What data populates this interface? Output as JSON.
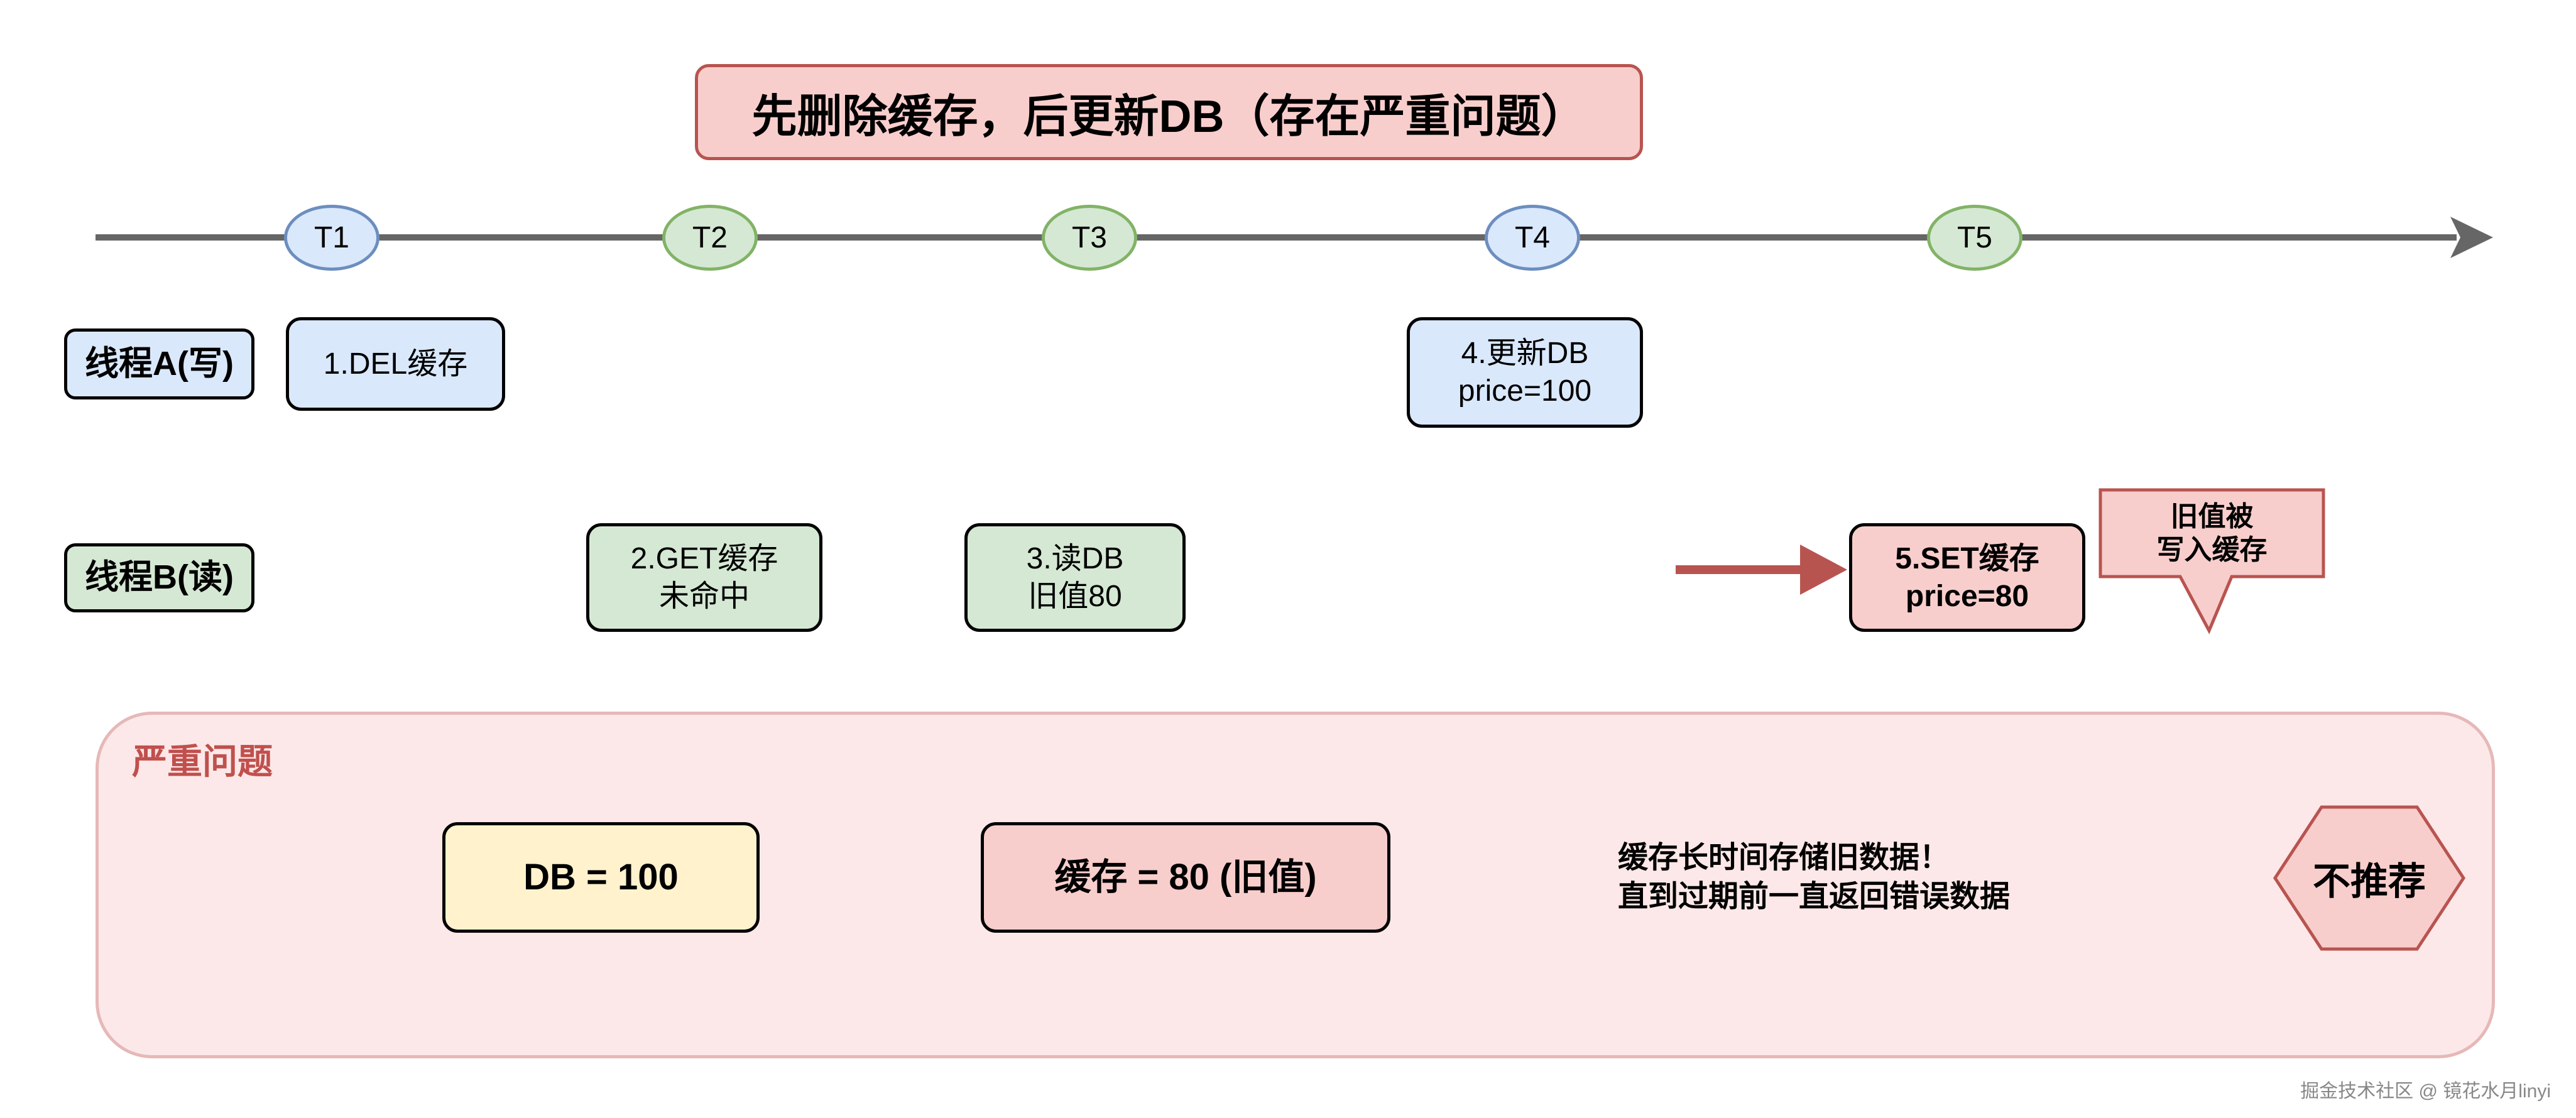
{
  "title": "先删除缓存，后更新DB（存在严重问题）",
  "timeline": {
    "ticks": [
      {
        "label": "T1",
        "thread": "A"
      },
      {
        "label": "T2",
        "thread": "B"
      },
      {
        "label": "T3",
        "thread": "B"
      },
      {
        "label": "T4",
        "thread": "A"
      },
      {
        "label": "T5",
        "thread": "B"
      }
    ]
  },
  "threads": {
    "a": {
      "label": "线程A(写)"
    },
    "b": {
      "label": "线程B(读)"
    }
  },
  "steps": {
    "s1": {
      "line1": "1.DEL缓存"
    },
    "s2": {
      "line1": "2.GET缓存",
      "line2": "未命中"
    },
    "s3": {
      "line1": "3.读DB",
      "line2": "旧值80"
    },
    "s4": {
      "line1": "4.更新DB",
      "line2": "price=100"
    },
    "s5": {
      "line1": "5.SET缓存",
      "line2": "price=80"
    }
  },
  "callout": {
    "line1": "旧值被",
    "line2": "写入缓存"
  },
  "problem": {
    "label": "严重问题",
    "db_state": "DB = 100",
    "cache_state": "缓存 = 80 (旧值)",
    "note_line1": "缓存长时间存储旧数据！",
    "note_line2": "直到过期前一直返回错误数据",
    "verdict": "不推荐"
  },
  "watermark": "掘金技术社区 @ 镜花水月linyi",
  "colors": {
    "blue_fill": "#dae8fc",
    "blue_stroke": "#6c8ebf",
    "green_fill": "#d5e8d4",
    "green_stroke": "#82b366",
    "red_fill": "#f8cecc",
    "red_stroke": "#b85450",
    "yellow_fill": "#fff2cc",
    "yellow_stroke": "#d6b656",
    "timeline": "#666666"
  }
}
